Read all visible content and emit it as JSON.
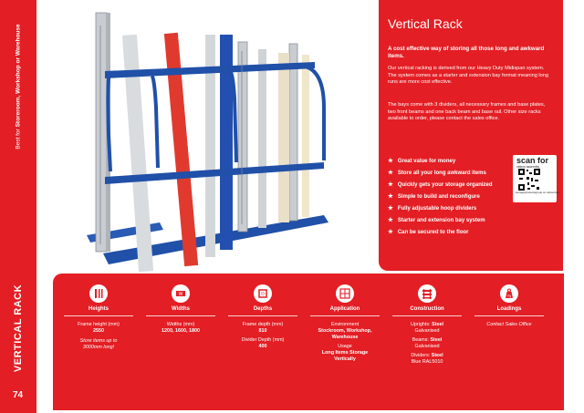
{
  "sidebar": {
    "tag_prefix": "Best for",
    "tag_bold": "Storeroom, Workshop or Warehouse",
    "title": "VERTICAL RACK",
    "page_number": "74"
  },
  "photo": {
    "description": "vertical-rack-with-pipes",
    "frame_color": "#2050a8"
  },
  "panel": {
    "title": "Vertical Rack",
    "intro": "A cost effective way of storing all those long and awkward items.",
    "paragraph1": "Our vertical racking is derived from our Heavy Duty Midispan system. The system comes as a starter and extension bay format meaning long runs are more cost effective.",
    "paragraph2": "The bays come with 3 dividers, all necessary frames and base plates, two front beams and one back beam and base rail. Other size racks available to order, please contact the sales office.",
    "bullets": [
      "Great value for money",
      "Store all your long awkward items",
      "Quickly gets your storage organized",
      "Simple to build and reconfigure",
      "Fully adjustable hoop dividers",
      "Starter and extension bay system",
      "Can be secured to the floor"
    ],
    "scan": {
      "title": "scan for",
      "subtitle": "videos assembly",
      "url": "storageproductsgroup.co.uk/vertical"
    }
  },
  "specs": {
    "accent": "#e31e24",
    "heights": {
      "heading": "Heights",
      "label": "Frame height (mm)",
      "value": "2550",
      "note_line1": "Store items up to",
      "note_line2": "3000mm long!"
    },
    "widths": {
      "heading": "Widths",
      "label": "Widths (mm)",
      "value": "1200, 1600, 1800"
    },
    "depths": {
      "heading": "Depths",
      "label1": "Frame depth (mm)",
      "value1": "810",
      "label2": "Divider Depth (mm)",
      "value2": "400"
    },
    "application": {
      "heading": "Application",
      "label1": "Environment",
      "value1a": "Stockroom, Workshop,",
      "value1b": "Warehouse",
      "label2": "Usage",
      "value2a": "Long Items Storage",
      "value2b": "Vertically"
    },
    "construction": {
      "heading": "Construction",
      "label1": "Uprights: ",
      "value1": "Steel",
      "finish1": "Galvanised",
      "label2": "Beams: ",
      "value2": "Steel",
      "finish2": "Galvanised",
      "label3": "Dividers: ",
      "value3": "Steel",
      "finish3": "Blue RAL5010"
    },
    "loadings": {
      "heading": "Loadings",
      "note": "Contact Sales Office"
    }
  }
}
